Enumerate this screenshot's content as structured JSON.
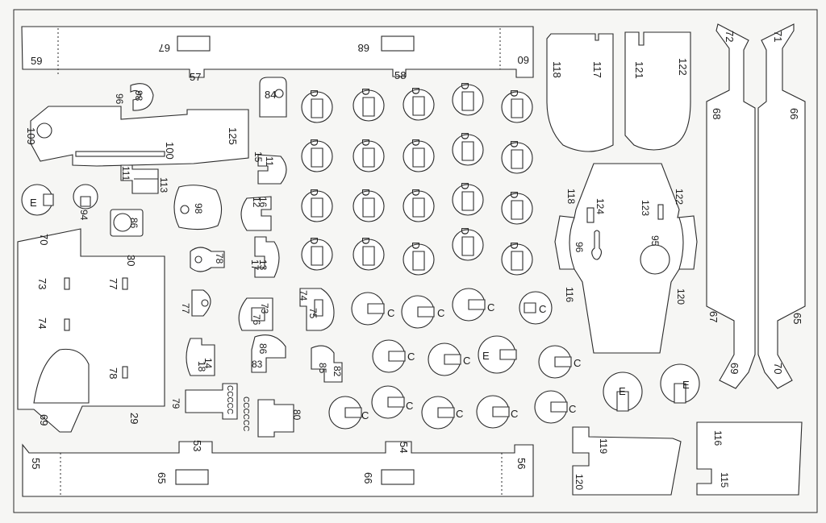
{
  "sheet": {
    "paper_color": "#f6f6f4",
    "ink_color": "#2a2a2a",
    "letters": {
      "d": "D",
      "c": "C",
      "e": "E"
    },
    "labels": {
      "l59": "59",
      "l67a": "67",
      "l68a": "68",
      "l60": "60",
      "l57": "57",
      "l58": "58",
      "l96a": "96",
      "l98a": "98",
      "l109": "109",
      "l125": "125",
      "l100": "100",
      "l111": "111",
      "l113": "113",
      "l84": "84",
      "l94": "94",
      "l86": "86",
      "l98b": "98",
      "l11": "11",
      "l15": "15",
      "l16": "16",
      "l12": "12",
      "l13": "13",
      "l17": "17",
      "l78a": "78",
      "l77a": "77",
      "l73a": "73",
      "l76": "76",
      "l74a": "74",
      "l75": "75",
      "l86b": "86",
      "l83": "83",
      "l85": "85",
      "l82": "82",
      "l14": "14",
      "l18": "18",
      "l79": "79",
      "l80": "80",
      "ccccc": "CCCCC",
      "cccccc": "CCCCCC",
      "l70a": "70",
      "l30": "30",
      "l73b": "73",
      "l77b": "77",
      "l74b": "74",
      "l78b": "78",
      "l69a": "69",
      "l29": "29",
      "l53": "53",
      "l55": "55",
      "l65a": "65",
      "l54": "54",
      "l66a": "66",
      "l56": "56",
      "l118a": "118",
      "l117": "117",
      "l121": "121",
      "l122a": "122",
      "l118b": "118",
      "l124": "124",
      "l123": "123",
      "l122b": "122",
      "l96b": "96",
      "l95": "95",
      "l116a": "116",
      "l120a": "120",
      "l72": "72",
      "l71": "71",
      "l68b": "68",
      "l66b": "66",
      "l67b": "67",
      "l65b": "65",
      "l69b": "69",
      "l70b": "70",
      "l119": "119",
      "l120b": "120",
      "l116b": "116",
      "l115": "115"
    }
  }
}
